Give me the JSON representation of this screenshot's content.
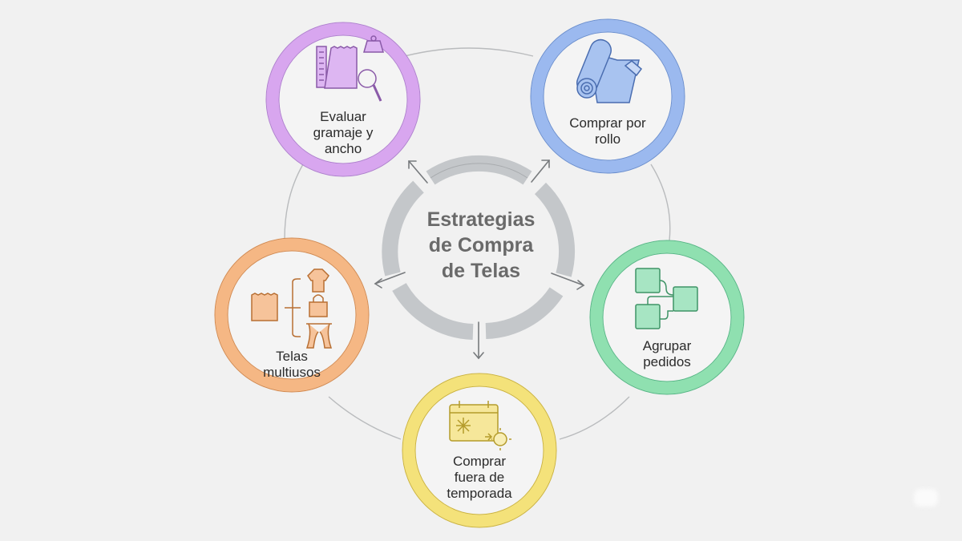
{
  "hub": {
    "title": "Estrategias\nde Compra\nde Telas",
    "ring_color": "#c4c7ca"
  },
  "nodes": [
    {
      "id": "evaluar",
      "label": "Evaluar\ngramaje y\nancho",
      "color": "#d8a6ef",
      "stroke": "#8a5aa8",
      "icon": "ruler-fabric-weight-magnifier-icon"
    },
    {
      "id": "rollo",
      "label": "Comprar por\nrollo",
      "color": "#9bb9ef",
      "stroke": "#4a6db0",
      "icon": "fabric-roll-price-tag-icon"
    },
    {
      "id": "agrupar",
      "label": "Agrupar\npedidos",
      "color": "#8fe0b0",
      "stroke": "#3f9466",
      "icon": "grouped-boxes-icon"
    },
    {
      "id": "temporada",
      "label": "Comprar\nfuera de\ntemporada",
      "color": "#f4e27a",
      "stroke": "#b49b2b",
      "icon": "calendar-snowflake-to-sun-icon"
    },
    {
      "id": "multiusos",
      "label": "Telas\nmultiusos",
      "color": "#f5b784",
      "stroke": "#b86f33",
      "icon": "fabric-to-clothes-bag-curtains-icon"
    }
  ],
  "connector_color": "#b9bbbd",
  "arrow_color": "#777a7d"
}
